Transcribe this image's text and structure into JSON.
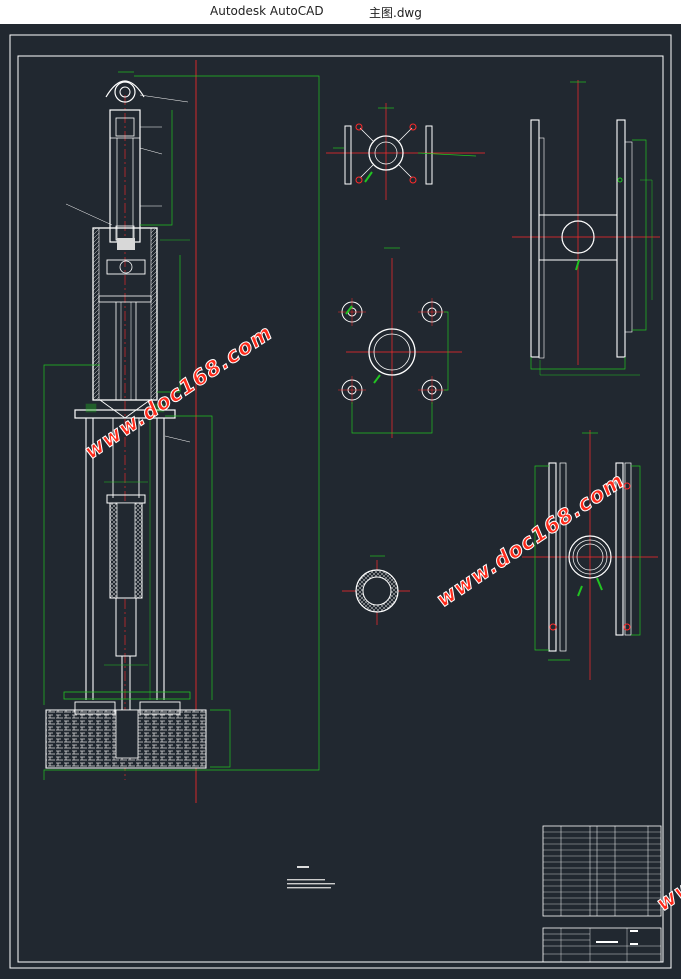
{
  "window": {
    "app_name": "Autodesk AutoCAD",
    "document_name": "主图.dwg"
  },
  "watermarks": [
    "www.doc168.com",
    "www.doc168.com",
    "ww"
  ],
  "colors": {
    "background": "#212830",
    "frame": "#ffffff",
    "dimension": "#22c322",
    "centerline": "#ff2a2a",
    "watermark": "#ff2a1a",
    "hatch": "#d8d8d8"
  },
  "drawing": {
    "sheet": "assembly-drawing",
    "views": [
      "main-elevation",
      "top-flange-plan",
      "base-plate-plan",
      "side-frame-view",
      "ring-section",
      "clamp-detail"
    ]
  }
}
